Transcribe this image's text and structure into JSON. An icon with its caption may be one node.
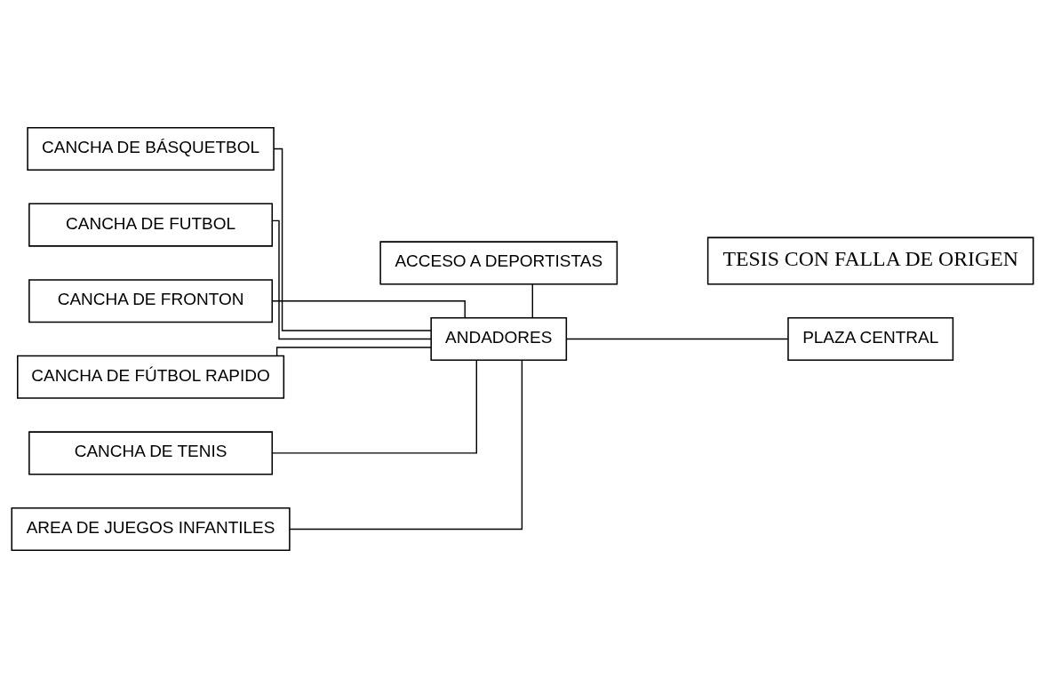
{
  "diagram": {
    "nodes": [
      {
        "text": [
          "ACCESO A DEPORTISTAS"
        ]
      },
      {
        "text": [
          "CANCHA DE BÁSQUETBOL"
        ]
      },
      {
        "text": [
          "CANCHA DE FUTBOL"
        ]
      },
      {
        "text": [
          "CANCHA DE FRONTON"
        ]
      },
      {
        "text": [
          "CANCHA DE FÚTBOL RAPIDO"
        ]
      },
      {
        "text": [
          "CANCHA DE TENIS"
        ]
      },
      {
        "text": [
          "AREA DE JUEGOS INFANTILES"
        ]
      },
      {
        "text": [
          "ANDADORES"
        ]
      },
      {
        "text": [
          "PLAZA CENTRAL"
        ]
      },
      {
        "text": [
          "TESIS CON FALLA DE ORIGEN"
        ]
      }
    ],
    "edges": [
      {
        "from": 0,
        "to": 7,
        "arrow": "none"
      },
      {
        "from": 1,
        "to": 7,
        "arrow": "none"
      },
      {
        "from": 2,
        "to": 7,
        "arrow": "none"
      },
      {
        "from": 3,
        "to": 7,
        "arrow": "none"
      },
      {
        "from": 4,
        "to": 7,
        "arrow": "none"
      },
      {
        "from": 5,
        "to": 7,
        "arrow": "none"
      },
      {
        "from": 6,
        "to": 7,
        "arrow": "none"
      },
      {
        "from": 7,
        "to": 8,
        "arrow": "none"
      }
    ]
  }
}
